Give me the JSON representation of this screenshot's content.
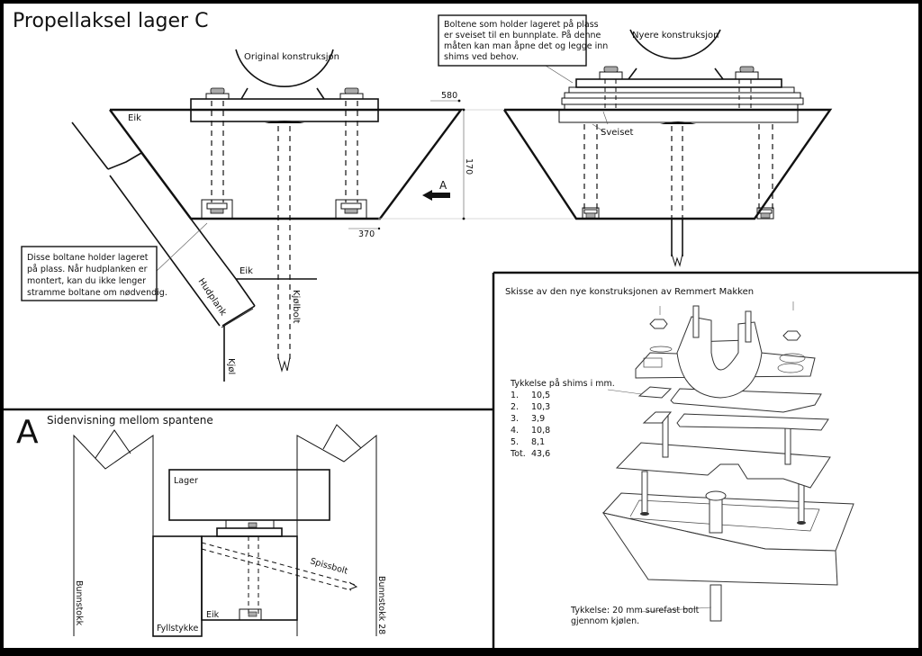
{
  "title": "Propellaksel lager C",
  "top_left": {
    "caption": "Original konstruksjon",
    "eik_label": "Eik",
    "dim_580": "580",
    "dim_170": "170",
    "dim_370": "370",
    "view_marker": "A",
    "note": [
      "Disse boltane holder lageret",
      "på plass. Når hudplanken er",
      "montert, kan du ikke lenger",
      "stramme boltane om nødvendig."
    ],
    "eik_label_2": "Eik",
    "hudplank_label": "Hudplank",
    "kjol_label": "Kjøl",
    "kjolbolt_label": "Kjølbolt"
  },
  "top_right": {
    "note": [
      "Boltene som holder lageret på plass",
      "er sveiset til en bunnplate. På denne",
      "måten kan man åpne det og legge inn",
      "shims ved behov."
    ],
    "caption": "Nyere konstruksjon",
    "sveiset_label": "Sveiset"
  },
  "side_view": {
    "marker": "A",
    "title": "Sidenvisning mellom spantene",
    "lager_label": "Lager",
    "spissbolt_label": "Spissbolt",
    "eik_label": "Eik",
    "fyllstykke_label": "Fyllstykke",
    "bunnstokk_left": "Bunnstokk",
    "bunnstokk_right": "Bunnstokk  28"
  },
  "sketch": {
    "title": "Skisse av den nye konstruksjonen av Remmert Makken",
    "shims_heading": "Tykkelse på shims i mm.",
    "shims": [
      {
        "n": "1.",
        "v": "10,5"
      },
      {
        "n": "2.",
        "v": "10,3"
      },
      {
        "n": "3.",
        "v": "3,9"
      },
      {
        "n": "4.",
        "v": "10,8"
      },
      {
        "n": "5.",
        "v": "8,1"
      },
      {
        "n": "Tot.",
        "v": "43,6"
      }
    ],
    "bolt_note": [
      "Tykkelse: 20 mm surefast bolt",
      "gjennom kjølen."
    ]
  }
}
